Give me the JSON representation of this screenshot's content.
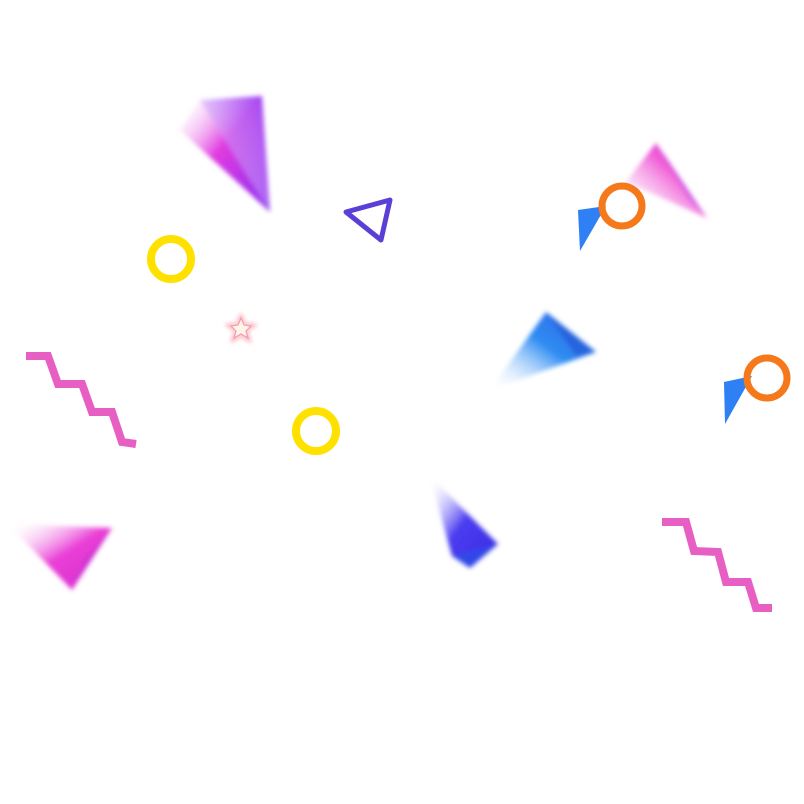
{
  "palette": {
    "background": "#ffffff",
    "magenta": "#e83ad8",
    "violet": "#9b3cf0",
    "yellow": "#ffe100",
    "zigzag_pink": "#e85fc4",
    "blue": "#2f7ff5",
    "deep_blue": "#3a3df0",
    "orange": "#f5781a",
    "outline_violet": "#5b3fd6",
    "star_pink": "#f7a0b4"
  },
  "shapes": [
    {
      "name": "gradient-triangle-violet",
      "kind": "3d-triangle"
    },
    {
      "name": "outline-triangle",
      "kind": "triangle-outline"
    },
    {
      "name": "yellow-ring-top",
      "kind": "ring"
    },
    {
      "name": "yellow-ring-mid",
      "kind": "ring"
    },
    {
      "name": "star-sparkle",
      "kind": "star"
    },
    {
      "name": "zigzag-left",
      "kind": "zigzag"
    },
    {
      "name": "zigzag-right",
      "kind": "zigzag"
    },
    {
      "name": "pink-prism-top-right",
      "kind": "3d-triangle"
    },
    {
      "name": "orange-ring-top-right",
      "kind": "ring"
    },
    {
      "name": "blue-flag-top-right",
      "kind": "triangle"
    },
    {
      "name": "blue-prism-center",
      "kind": "3d-triangle"
    },
    {
      "name": "orange-ring-right",
      "kind": "ring"
    },
    {
      "name": "blue-flag-right",
      "kind": "triangle"
    },
    {
      "name": "magenta-prism-left",
      "kind": "3d-triangle"
    },
    {
      "name": "indigo-prism-bottom",
      "kind": "3d-triangle"
    }
  ]
}
